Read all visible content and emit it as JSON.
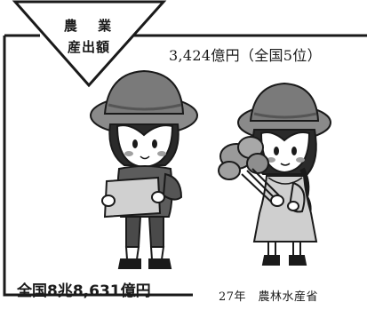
{
  "badge": {
    "line1": "農 業",
    "line2": "産出額"
  },
  "value": "3,424億円（全国5位）",
  "national_total": "全国8兆8,631億円",
  "source": "27年　農林水産省",
  "colors": {
    "ink": "#1a1a1a",
    "hat": "#7d7d7d",
    "face": "#ffffff",
    "cheek": "#9a9a9a"
  }
}
